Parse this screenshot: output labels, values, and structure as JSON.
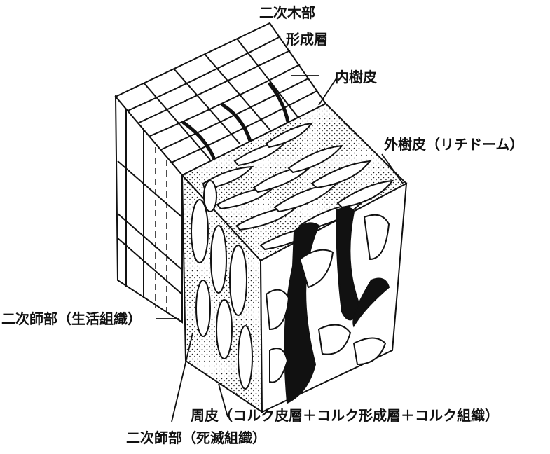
{
  "labels": {
    "secondary_xylem": "二次木部",
    "cambium": "形成層",
    "inner_bark": "内樹皮",
    "outer_bark": "外樹皮（リチドーム）",
    "secondary_phloem_living": "二次師部（生活組織）",
    "periderm": "周皮（コルク皮層＋コルク形成層＋コルク組織）",
    "secondary_phloem_dead": "二次師部（死滅組織）"
  },
  "colors": {
    "ink": "#111111",
    "paper": "#ffffff"
  }
}
